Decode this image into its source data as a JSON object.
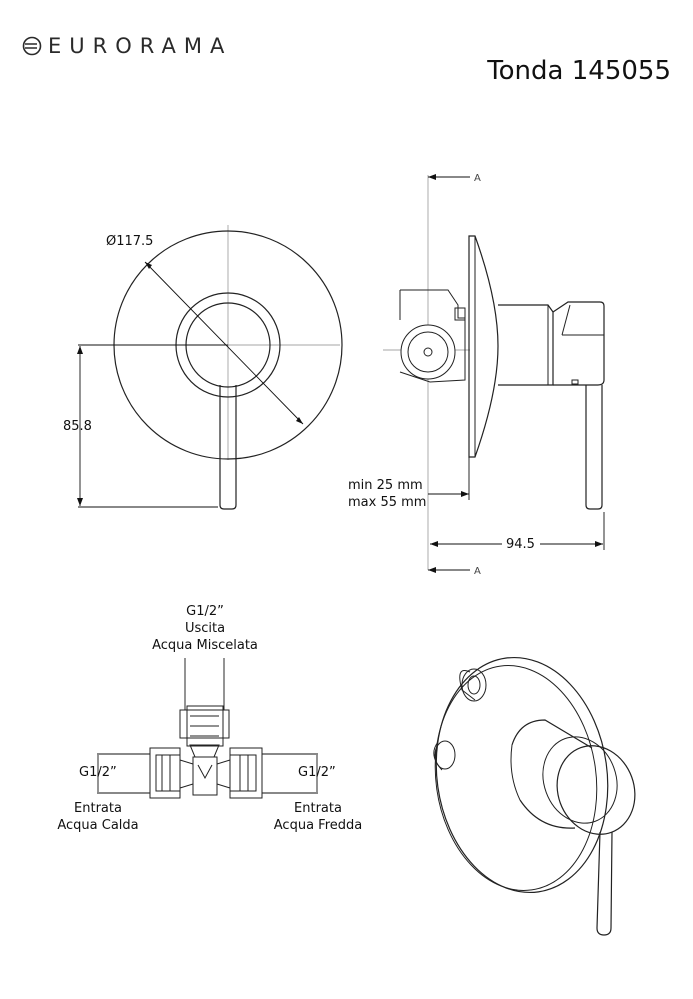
{
  "header": {
    "brand": "EURORAMA",
    "model_title": "Tonda 145055"
  },
  "front_view": {
    "diameter_label": "Ø117.5",
    "height_label": "85.8"
  },
  "side_view": {
    "section_mark_top": "A",
    "section_mark_bottom": "A",
    "wall_min_label": "min 25 mm",
    "wall_max_label": "max 55 mm",
    "depth_label": "94.5"
  },
  "connections": {
    "outlet_thread": "G1/2”",
    "outlet_line1": "Uscita",
    "outlet_line2": "Acqua Miscelata",
    "left_thread": "G1/2”",
    "left_line1": "Entrata",
    "left_line2": "Acqua Calda",
    "right_thread": "G1/2”",
    "right_line1": "Entrata",
    "right_line2": "Acqua Fredda"
  },
  "icons": {
    "logo": "eurorama-logo-icon"
  }
}
